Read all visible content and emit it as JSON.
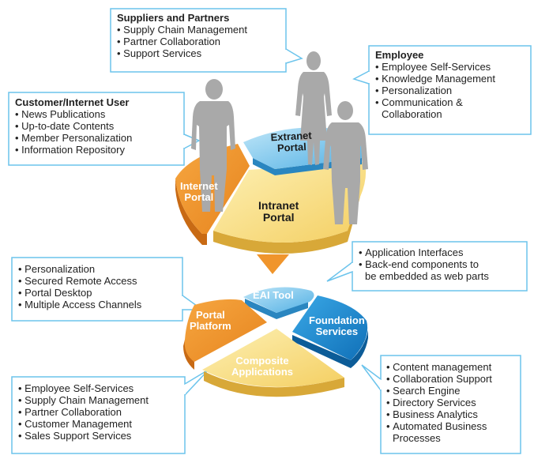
{
  "callouts": {
    "suppliers": {
      "title": "Suppliers and Partners",
      "items": [
        "Supply Chain Management",
        "Partner Collaboration",
        "Support Services"
      ]
    },
    "employee": {
      "title": "Employee",
      "items": [
        "Employee Self-Services",
        "Knowledge Management",
        "Personalization",
        "Communication &"
      ],
      "continuation": "Collaboration"
    },
    "customer": {
      "title": "Customer/Internet User",
      "items": [
        "News Publications",
        "Up-to-date Contents",
        "Member Personalization",
        "Information Repository"
      ]
    },
    "platform": {
      "items": [
        "Personalization",
        "Secured Remote Access",
        "Portal Desktop",
        "Multiple Access Channels"
      ]
    },
    "eai": {
      "items": [
        "Application Interfaces",
        "Back-end components to"
      ],
      "continuation": "be embedded as web parts"
    },
    "composite": {
      "items": [
        "Employee Self-Services",
        "Supply Chain Management",
        "Partner Collaboration",
        "Customer Management",
        "Sales Support Services"
      ]
    },
    "foundation": {
      "items": [
        "Content management",
        "Collaboration Support",
        "Search Engine",
        "Directory Services",
        "Business Analytics",
        "Automated Business"
      ],
      "continuation": "Processes"
    }
  },
  "top_pie": {
    "extranet": [
      "Extranet",
      "Portal"
    ],
    "internet": [
      "Internet",
      "Portal"
    ],
    "intranet": [
      "Intranet",
      "Portal"
    ]
  },
  "bottom_pie": {
    "eai": [
      "EAI Tool"
    ],
    "platform": [
      "Portal",
      "Platform"
    ],
    "foundation": [
      "Foundation",
      "Services"
    ],
    "composite": [
      "Composite",
      "Applications"
    ]
  },
  "colors": {
    "orange": "#f0952c",
    "orange_dark": "#c86a14",
    "yellow": "#f8dc7c",
    "yellow_dark": "#d8a838",
    "light_blue": "#5fb9e8",
    "light_blue_dark": "#2a86c0",
    "blue": "#1a86cf",
    "blue_dark": "#0c5c98",
    "border": "#6cc4ec",
    "figure": "#a9a9a9"
  }
}
